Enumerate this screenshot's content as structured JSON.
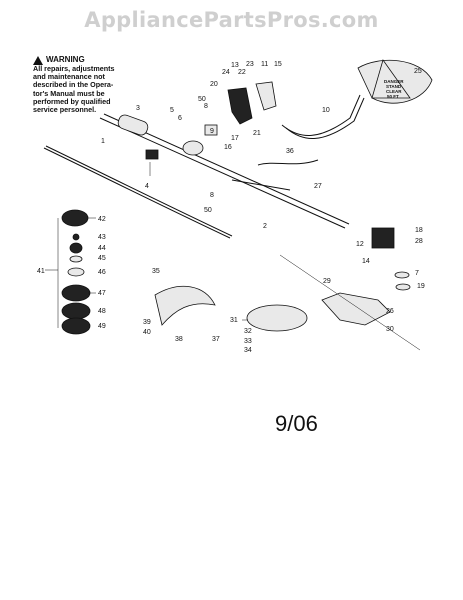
{
  "watermark": "AppliancePartsPros.com",
  "warning": {
    "title": "WARNING",
    "lines": [
      "All repairs, adjustments",
      "and maintenance not",
      "described in the Opera-",
      "tor's Manual must be",
      "performed by qualified",
      "service personnel."
    ]
  },
  "danger_decal": [
    "DANGER",
    "STAND",
    "CLEAR",
    "50 FT"
  ],
  "date_stamp": "9/06",
  "part_labels": [
    "1",
    "2",
    "3",
    "4",
    "5",
    "6",
    "7",
    "8",
    "8",
    "9",
    "10",
    "11",
    "12",
    "13",
    "14",
    "15",
    "16",
    "17",
    "18",
    "19",
    "20",
    "21",
    "22",
    "23",
    "24",
    "25",
    "26",
    "27",
    "28",
    "29",
    "30",
    "31",
    "32",
    "33",
    "34",
    "35",
    "36",
    "37",
    "38",
    "39",
    "40",
    "41",
    "42",
    "43",
    "44",
    "45",
    "46",
    "47",
    "48",
    "49",
    "50",
    "50"
  ]
}
